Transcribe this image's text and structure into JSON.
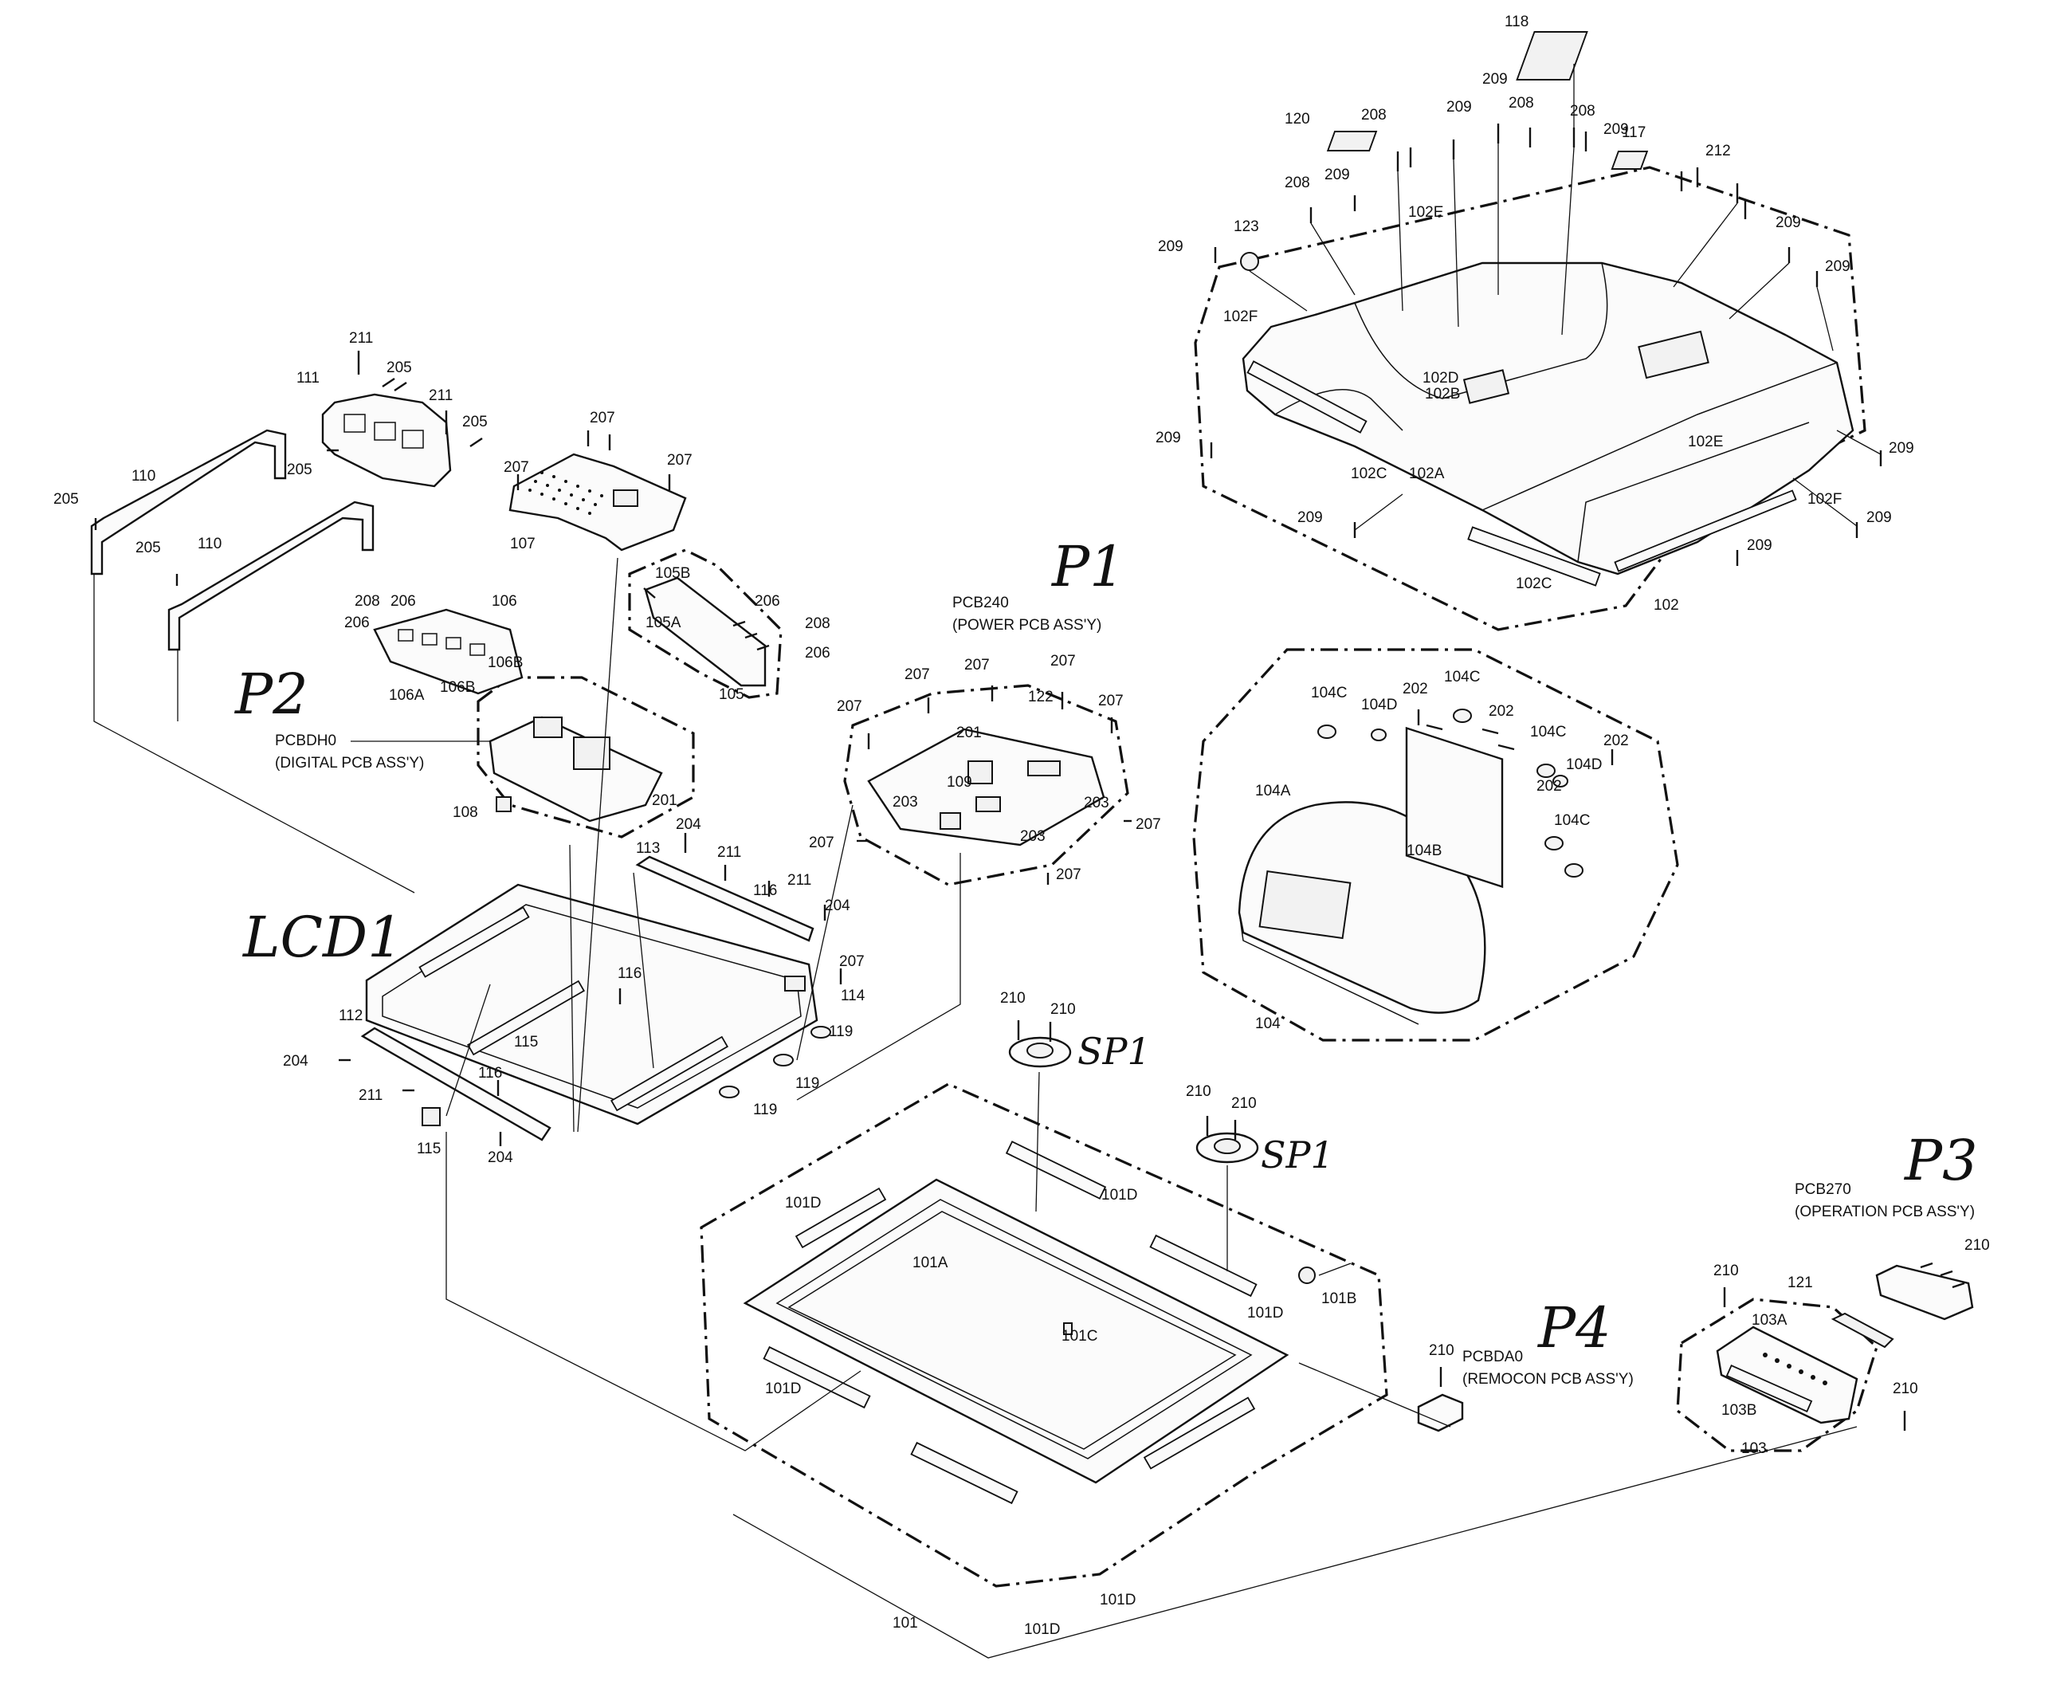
{
  "labels": {
    "p118": "118",
    "p120": "120",
    "p117": "117",
    "p123": "123",
    "p102": "102",
    "p102A": "102A",
    "p102B": "102B",
    "p102C": "102C",
    "p102D": "102D",
    "p102E": "102E",
    "p102F": "102F",
    "p208": "208",
    "p209": "209",
    "p212": "212",
    "p111": "111",
    "p110": "110",
    "p205": "205",
    "p211": "211",
    "p107": "107",
    "p207": "207",
    "p105": "105",
    "p105A": "105A",
    "p105B": "105B",
    "p206": "206",
    "p106": "106",
    "p106A": "106A",
    "p106B": "106B",
    "p108": "108",
    "p201": "201",
    "p113": "113",
    "p204": "204",
    "p116": "116",
    "p114": "114",
    "p112": "112",
    "p115": "115",
    "p119": "119",
    "p109": "109",
    "p122": "122",
    "p203": "203",
    "p104": "104",
    "p104A": "104A",
    "p104B": "104B",
    "p104C": "104C",
    "p104D": "104D",
    "p202": "202",
    "p210": "210",
    "p101": "101",
    "p101A": "101A",
    "p101B": "101B",
    "p101C": "101C",
    "p101D": "101D",
    "p121": "121",
    "p103": "103",
    "p103A": "103A",
    "p103B": "103B"
  },
  "assemblies": {
    "power_pcb_code": "PCB240",
    "power_pcb_name": "(POWER PCB ASS'Y)",
    "digital_pcb_code": "PCBDH0",
    "digital_pcb_name": "(DIGITAL PCB ASS'Y)",
    "operation_pcb_code": "PCB270",
    "operation_pcb_name": "(OPERATION PCB ASS'Y)",
    "remocon_pcb_code": "PCBDA0",
    "remocon_pcb_name": "(REMOCON PCB ASS'Y)"
  },
  "handwritten": {
    "p1": "P1",
    "p2": "P2",
    "p3": "P3",
    "p4": "P4",
    "lcd1": "LCD1",
    "sp1": "SP1"
  }
}
